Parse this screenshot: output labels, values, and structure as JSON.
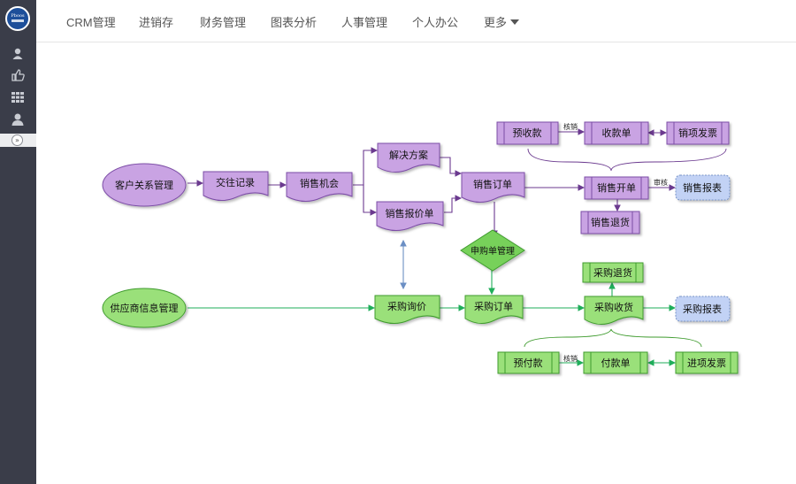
{
  "logo": {
    "alt": "logo",
    "tagline": "Pboos"
  },
  "sidebar": {
    "icons": [
      "user-icon",
      "thumbs-up-icon",
      "grid-icon",
      "person-icon"
    ],
    "collapse_icon": "double-chevron-right-icon"
  },
  "nav": {
    "items": [
      "CRM管理",
      "进销存",
      "财务管理",
      "图表分析",
      "人事管理",
      "个人办公"
    ],
    "more_label": "更多"
  },
  "flow": {
    "nodes": {
      "crm": "客户关系管理",
      "contact": "交往记录",
      "opportunity": "销售机会",
      "solution": "解决方案",
      "quote": "销售报价单",
      "sales_order": "销售订单",
      "advance_receipt": "预收款",
      "receipt": "收款单",
      "sales_invoice": "销项发票",
      "sales_billing": "销售开单",
      "sales_report": "销售报表",
      "sales_return": "销售退货",
      "requisition": "申购单管理",
      "supplier": "供应商信息管理",
      "inquiry": "采购询价",
      "purchase_order": "采购订单",
      "purchase_return": "采购退货",
      "purchase_receive": "采购收货",
      "purchase_report": "采购报表",
      "prepayment": "预付款",
      "payment": "付款单",
      "purchase_invoice": "进项发票"
    },
    "labels": {
      "verify_sales": "核销",
      "audit": "审核",
      "verify_purchase": "核销"
    }
  },
  "colors": {
    "sidebar": "#3a3d49",
    "purple_fill": "#c9a3e3",
    "purple_stroke": "#7c4ea6",
    "green_fill": "#9ae07a",
    "green_stroke": "#3f9b2e",
    "blue_fill": "#c2d2f5",
    "blue_stroke": "#7894c8",
    "edge_purple": "#6b3a8f",
    "edge_green": "#1fae5a",
    "edge_blue": "#6b8fc4"
  }
}
